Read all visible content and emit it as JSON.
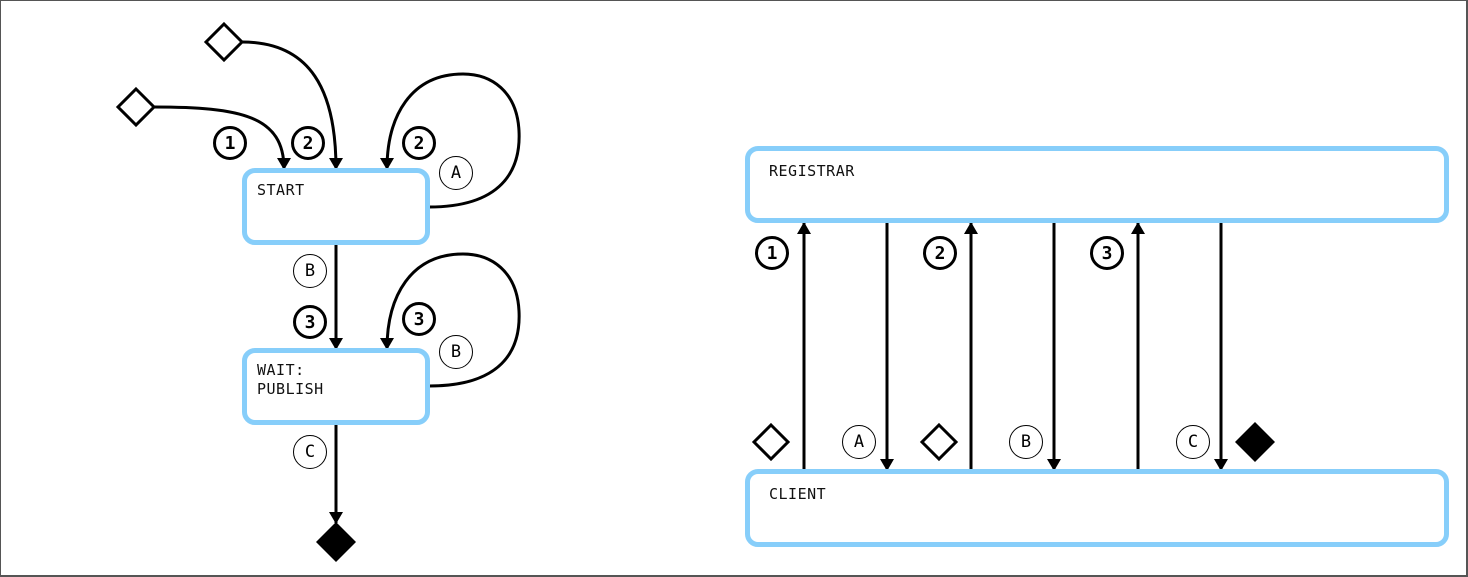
{
  "colors": {
    "state_border": "#87cefa",
    "line": "#000000",
    "frame": "#555555"
  },
  "left_diagram": {
    "type": "state-machine",
    "states": [
      {
        "id": "start",
        "label": "START"
      },
      {
        "id": "wait_publish",
        "label": "WAIT:\nPUBLISH"
      }
    ],
    "initial_markers": [
      {
        "id": "init-1",
        "shape": "hollow-diamond",
        "step": "1",
        "target": "START"
      },
      {
        "id": "init-2",
        "shape": "hollow-diamond",
        "step": "2",
        "target": "START"
      }
    ],
    "final_marker": {
      "shape": "filled-diamond"
    },
    "step_badges": [
      "1",
      "2",
      "2",
      "3",
      "3"
    ],
    "event_badges": [
      "A",
      "B",
      "B",
      "C"
    ],
    "transitions": [
      {
        "from": "initial",
        "to": "START",
        "step": "1"
      },
      {
        "from": "initial",
        "to": "START",
        "step": "2"
      },
      {
        "from": "START",
        "to": "START",
        "step": "2",
        "event": "A"
      },
      {
        "from": "START",
        "to": "WAIT:PUBLISH",
        "step": "3",
        "event": "B"
      },
      {
        "from": "WAIT:PUBLISH",
        "to": "WAIT:PUBLISH",
        "step": "3",
        "event": "B"
      },
      {
        "from": "WAIT:PUBLISH",
        "to": "final",
        "event": "C"
      }
    ]
  },
  "right_diagram": {
    "type": "sequence",
    "participants": [
      {
        "id": "registrar",
        "label": "REGISTRAR"
      },
      {
        "id": "client",
        "label": "CLIENT"
      }
    ],
    "step_badges": [
      "1",
      "2",
      "3"
    ],
    "event_badges": [
      "A",
      "B",
      "C"
    ],
    "messages": [
      {
        "step": "1",
        "direction": "CLIENT→REGISTRAR"
      },
      {
        "event": "A",
        "direction": "REGISTRAR→CLIENT"
      },
      {
        "step": "2",
        "direction": "CLIENT→REGISTRAR"
      },
      {
        "event": "B",
        "direction": "REGISTRAR→CLIENT"
      },
      {
        "step": "3",
        "direction": "CLIENT→REGISTRAR"
      },
      {
        "event": "C",
        "direction": "REGISTRAR→CLIENT"
      }
    ],
    "markers": [
      "hollow-diamond",
      "hollow-diamond",
      "filled-diamond"
    ]
  }
}
